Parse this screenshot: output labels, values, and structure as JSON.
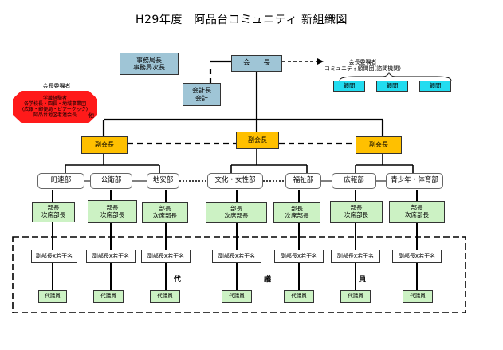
{
  "title": "H29年度　阿品台コミュニティ 新組織図",
  "top": {
    "president": "会　　長",
    "office_chief": "事務局長",
    "office_vice": "事務局次長",
    "accountant_l1": "会計長",
    "accountant_l2": "会計"
  },
  "advisory": {
    "header_l1": "会長委嘱者",
    "header_l2": "コミュニティ顧問団(諮問機関)",
    "advisors": [
      "顧問",
      "顧問",
      "顧問"
    ]
  },
  "appointees": {
    "header": "会長委嘱者",
    "line1": "学識経験者",
    "line2": "各学校長・園長・地域事業団",
    "line3": "(広銀・郵便局・ピアークック)",
    "line4": "阿品台地区老連会長",
    "suffix": "他"
  },
  "vice_presidents": [
    "副会長",
    "副会長",
    "副会長"
  ],
  "departments": [
    {
      "name": "町連部",
      "head_l1": "部長",
      "head_l2": "次席部長"
    },
    {
      "name": "公衛部",
      "head_l1": "部長",
      "head_l2": "次席部長"
    },
    {
      "name": "地安部",
      "head_l1": "部長",
      "head_l2": "次席部長"
    },
    {
      "name": "文化・女性部",
      "head_l1": "部長",
      "head_l2": "次席部長"
    },
    {
      "name": "福祉部",
      "head_l1": "部長",
      "head_l2": "次席部長"
    },
    {
      "name": "広報部",
      "head_l1": "部長",
      "head_l2": "次席部長"
    },
    {
      "name": "青少年・体育部",
      "head_l1": "部長",
      "head_l2": "次席部長"
    }
  ],
  "vice_label": "副部長x若干名",
  "delegate_label": "代議員",
  "council_chars": [
    "代",
    "議",
    "員"
  ]
}
